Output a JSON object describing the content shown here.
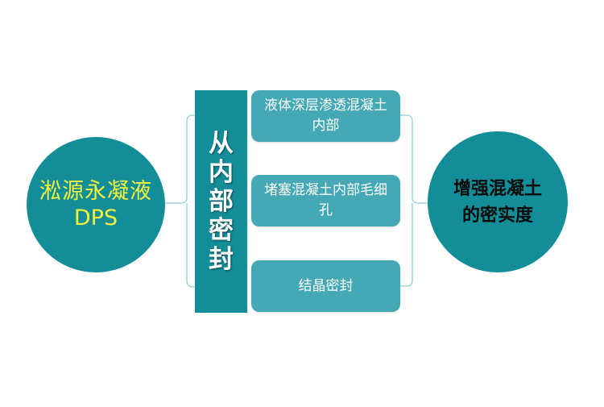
{
  "diagram": {
    "source": {
      "line1": "淞源永凝液",
      "line2": "DPS"
    },
    "mechanism": {
      "label": "从内部密封"
    },
    "steps": [
      {
        "label": "液体深层渗透混凝土内部"
      },
      {
        "label": "堵塞混凝土内部毛细孔"
      },
      {
        "label": "结晶密封"
      }
    ],
    "result": {
      "label": "增强混凝土的密实度"
    },
    "colors": {
      "primary": "#138d98",
      "box": "#44a9b5",
      "connector": "#9fd3d9",
      "source_text": "#f5f23a",
      "result_text": "#0a0a0a"
    }
  }
}
